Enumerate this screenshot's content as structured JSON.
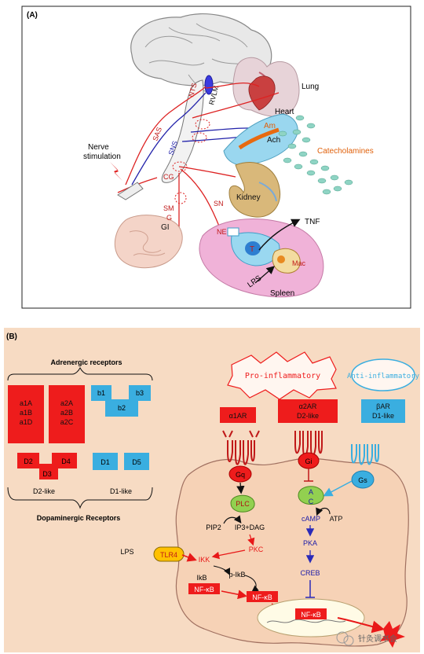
{
  "panel_a": {
    "label": "(A)",
    "nts": "NTS",
    "rvlm": "RVLM",
    "lung": "Lung",
    "heart": "Heart",
    "nerve_stim_1": "Nerve",
    "nerve_stim_2": "stimulation",
    "sas": "SAS",
    "sns": "SNS",
    "cg": "CG",
    "am": "Am",
    "ach": "Ach",
    "catecholamines": "Catecholamines",
    "kidney": "Kidney",
    "sm": "SM",
    "g": "G",
    "gi": "GI",
    "sn": "SN",
    "ne": "NE",
    "t": "T",
    "tnf": "TNF",
    "mac": "Mac",
    "lps": "LPS",
    "spleen": "Spleen"
  },
  "panel_b": {
    "label": "(B)",
    "adrenergic_title": "Adrenergic receptors",
    "a1": [
      "a1A",
      "a1B",
      "a1D"
    ],
    "a2": [
      "a2A",
      "a2B",
      "a2C"
    ],
    "b1": "b1",
    "b2": "b2",
    "b3": "b3",
    "d2": "D2",
    "d3": "D3",
    "d4": "D4",
    "d1": "D1",
    "d5": "D5",
    "d2_like": "D2-like",
    "d1_like": "D1-like",
    "dopaminergic_title": "Dopaminergic Receptors",
    "pro_inflammatory": "Pro-inflammatory",
    "anti_inflammatory": "Anti-inflammatory",
    "alpha1ar": "α1AR",
    "alpha2ar_1": "α2AR",
    "alpha2ar_2": "D2-like",
    "betaar_1": "βAR",
    "betaar_2": "D1-like",
    "gq": "Gq",
    "gi": "Gi",
    "gs": "Gs",
    "plc": "PLC",
    "ac_a": "A",
    "ac_c": "C",
    "pip2": "PIP2",
    "ip3_dag": "IP3+DAG",
    "camp": "cAMP",
    "atp": "ATP",
    "lps": "LPS",
    "tlr4": "TLR4",
    "pkc": "PKC",
    "pka": "PKA",
    "ikk": "IKK",
    "ikb": "IkB",
    "p_ikb": "p-IkB",
    "creb": "CREB",
    "nfkb": "NF-κB",
    "watermark": "针灸调书会"
  },
  "colors": {
    "red": "#ee1c1c",
    "blue": "#3aaee0",
    "dark_blue": "#1a1aa8",
    "cell": "#f6d8c0",
    "green": "#92d050",
    "yellow": "#ffc000"
  }
}
